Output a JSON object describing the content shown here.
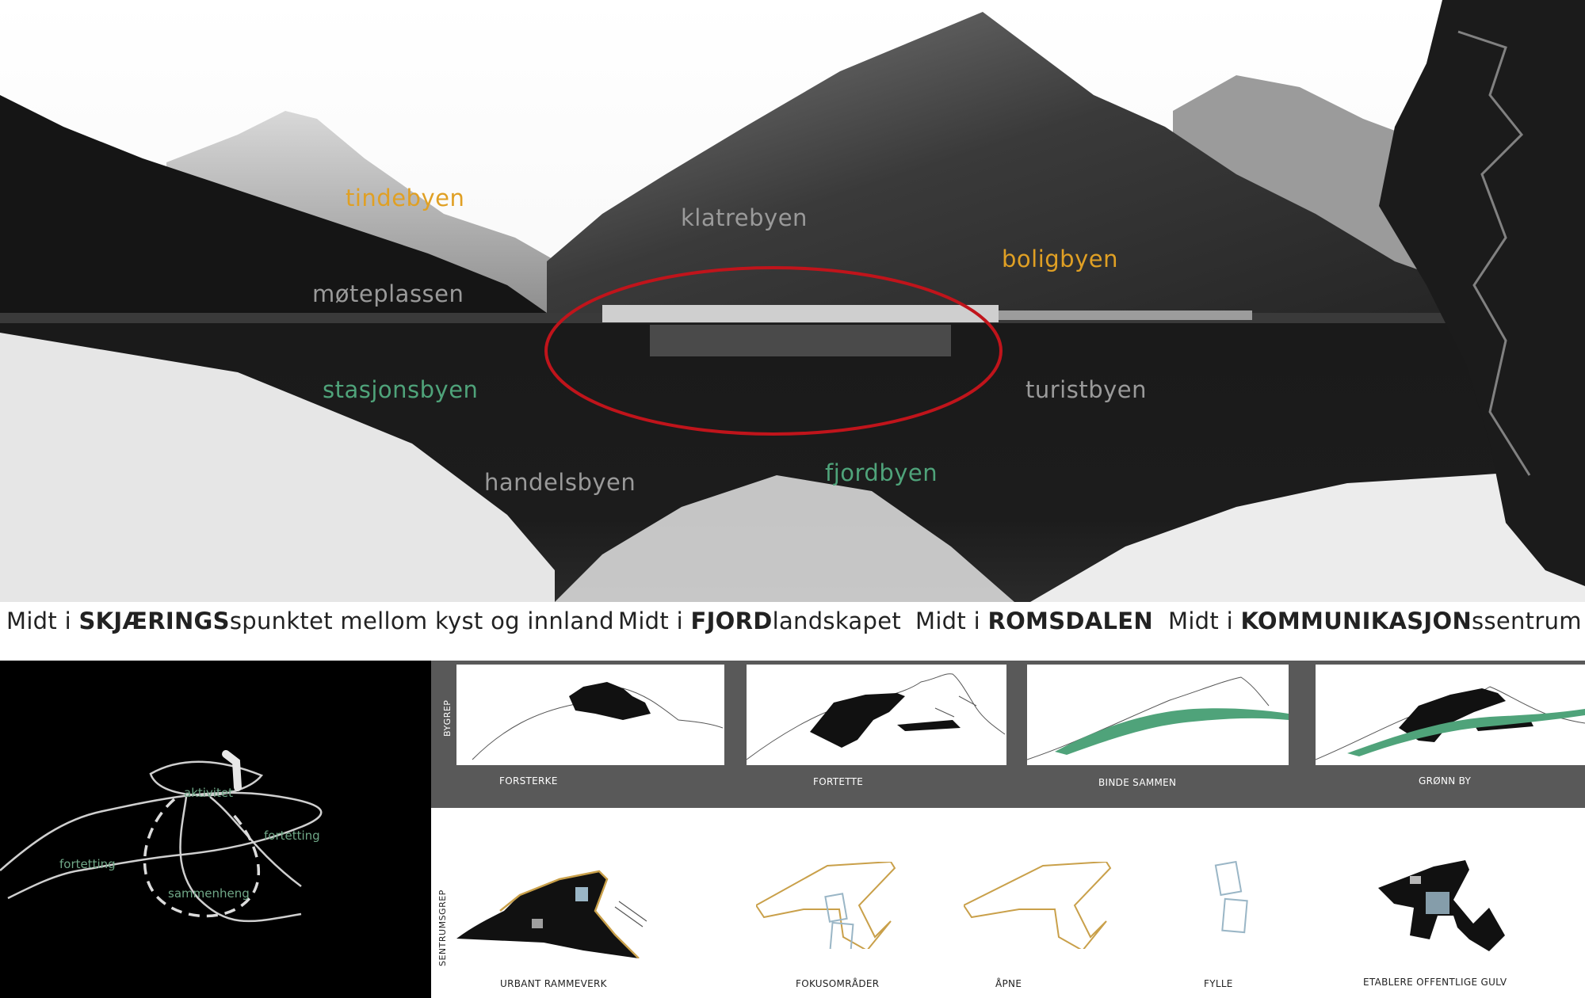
{
  "photo_labels": {
    "tindebyen": "tindebyen",
    "klatrebyen": "klatrebyen",
    "boligbyen": "boligbyen",
    "moteplassen": "møteplassen",
    "stasjonsbyen": "stasjonsbyen",
    "turistbyen": "turistbyen",
    "handelsbyen": "handelsbyen",
    "fjordbyen": "fjordbyen"
  },
  "taglines": [
    {
      "pre": "Midt i ",
      "bold": "SKJÆRINGS",
      "post": "spunktet mellom kyst og innland"
    },
    {
      "pre": "Midt i ",
      "bold": "FJORD",
      "post": "landskapet"
    },
    {
      "pre": "Midt i ",
      "bold": "ROMSDALEN",
      "post": ""
    },
    {
      "pre": "Midt i ",
      "bold": "KOMMUNIKASJON",
      "post": "ssentrum"
    }
  ],
  "concept_labels": {
    "aktivitet": "aktivitet",
    "fortetting_right": "fortetting",
    "fortetting_left": "fortetting",
    "sammenheng": "sammenheng"
  },
  "bygrep": {
    "section_label": "BYGREP",
    "captions": [
      "FORSTERKE",
      "FORTETTE",
      "BINDE SAMMEN",
      "GRØNN BY"
    ]
  },
  "sentrumsgrep": {
    "section_label": "SENTRUMSGREP",
    "captions": [
      "URBANT RAMMEVERK",
      "FOKUSOMRÅDER",
      "ÅPNE",
      "FYLLE",
      "ETABLERE OFFENTLIGE GULV"
    ]
  },
  "colors": {
    "orange_label": "#e0a024",
    "green_label": "#4fa37a",
    "grey_label": "#9a9a9a",
    "focus_ellipse": "#c0141b",
    "green_band": "#4fa37a",
    "outline_gold": "#c9a04a",
    "outline_blue": "#9ab6c6"
  }
}
